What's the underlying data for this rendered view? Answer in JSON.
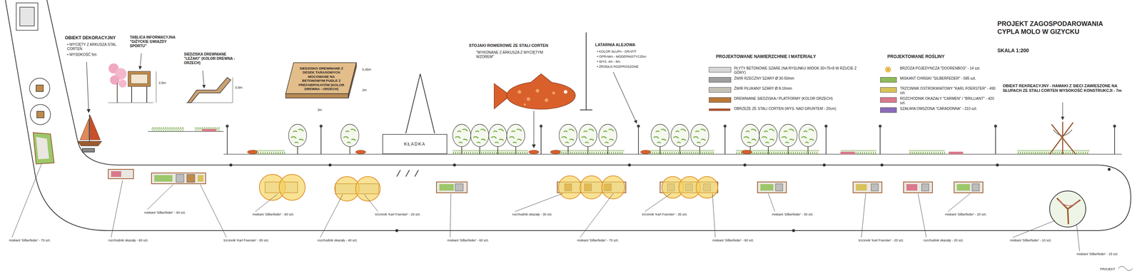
{
  "diagram": {
    "title": "PROJEKT ZAGOSPODAROWANIA CYPLA MOLO W GIZYCKU",
    "nodes": [
      {
        "text": [
          "SIEDZISKO DREWNIANE Z DESEK TARASOWYCH MOCOWANE NA BETONOWYM PUDLE Z PREFABRYKATÓW (KOLOR DREWNA - ORZECH)"
        ]
      },
      {
        "text": [
          "KŁADKA"
        ]
      }
    ],
    "labels": [
      "SKALA 1:200",
      "OBIEKT DEKORACYJNY",
      "• WYCIĘTY Z ARKUSZA STAL CORTEN",
      "• WYSOKOŚĆ 5m",
      "TABLICA INFORMACYJNA \"GIŻYCKIE GWIAZDY SPORTU\"",
      "2,5m",
      "SIEDZISKA DREWNIANE \"LEŻAKI\" (KOLOR DREWNA - ORZECH)",
      "0,8m",
      "0,45m",
      "2m",
      "3m",
      "STOJAKI ROWEROWE ZE STALI CORTEN",
      "\"WYKONANE Z ARKUSZA Z WYCIĘTYM WZOREM\"",
      "LATARNIA ALEJOWA",
      "• KOLOR SŁUPA - GRAFIT",
      "• OPRAWA - MODERNISTYCZNA",
      "• WYS. 4m - 8m",
      "• ŹRÓDŁO ROZPROSZONE",
      "PROJEKTOWANE NAWIERZCHNIE I MATERIAŁY",
      "PROJEKTOWANE ROŚLINY",
      "OBIEKT REKREACYJNY - HAMAKI Z SIECI ZAWIESZONE NA SŁUPACH ZE STALI CORTEN WYSOKOŚĆ KONSTRUKCJI - 7m",
      "miskant 'Silberfeder' - 70 szt.",
      "miskant 'Silberfeder' - 60 szt.",
      "rozchodnik okazały - 60 szt.",
      "trzcinnik 'Karl Foerster' - 50 szt.",
      "miskant 'Silberfeder' - 60 szt.",
      "rozchodnik okazały - 40 szt.",
      "trzcinnik 'Karl Foerster' - 25 szt.",
      "miskant 'Silberfeder' - 60 szt.",
      "rozchodnik okazały - 30 szt.",
      "miskant 'Silberfeder' - 70 szt.",
      "trzcinnik 'Karl Foerster' - 35 szt.",
      "miskant 'Silberfeder' - 60 szt.",
      "miskant 'Silberfeder' - 30 szt.",
      "trzcinnik 'Karl Foerster' - 20 szt.",
      "rozchodnik okazały - 20 szt.",
      "miskant 'Silberfeder' - 20 szt.",
      "miskant 'Silberfeder' - 10 szt.",
      "miskant 'Silberfeder' - 15 szt.",
      "PROJEKT"
    ],
    "legend": [
      {
        "text": "PŁYTY BETONOWE SZARE (NA RYSUNKU WIDOK 30×75×8 W RZUCIE Z GÓRY)",
        "color": "#d6d6d6"
      },
      {
        "text": "ŻWIR RZECZNY SZARY Ø 30-50mm",
        "color": "#9e9e9e"
      },
      {
        "text": "ŻWIR PŁUKANY SZARY Ø 8-16mm",
        "color": "#c4c2b8"
      },
      {
        "text": "DREWNIANE SIEDZISKA / PLATFORMY (KOLOR ORZECH)",
        "color": "#b8793a"
      },
      {
        "text": "OBRZEŻE ZE STALI CORTEN (WYS. NAD GRUNTEM - 20cm)"
      },
      {
        "text": "BRZOZA POJEDYNCZA \"DOORENBOS\" - 14 szt."
      },
      {
        "text": "MISKANT CHIŃSKI \"SILBERFEDER\" - 585 szt.",
        "color": "#8dbb5a"
      },
      {
        "text": "TRZCINNIK OSTROKWIATOWY \"KARL FOERSTER\" - 490 szt.",
        "color": "#d8c25a"
      },
      {
        "text": "ROZCHODNIK OKAZAŁY \"CARMEN\" / \"BRILLIANT\" - 420 szt.",
        "color": "#d97a8c"
      },
      {
        "text": "SZAŁWIA OMSZONA \"CARADONNA\" - 310 szt.",
        "color": "#8b6bb8"
      }
    ]
  }
}
